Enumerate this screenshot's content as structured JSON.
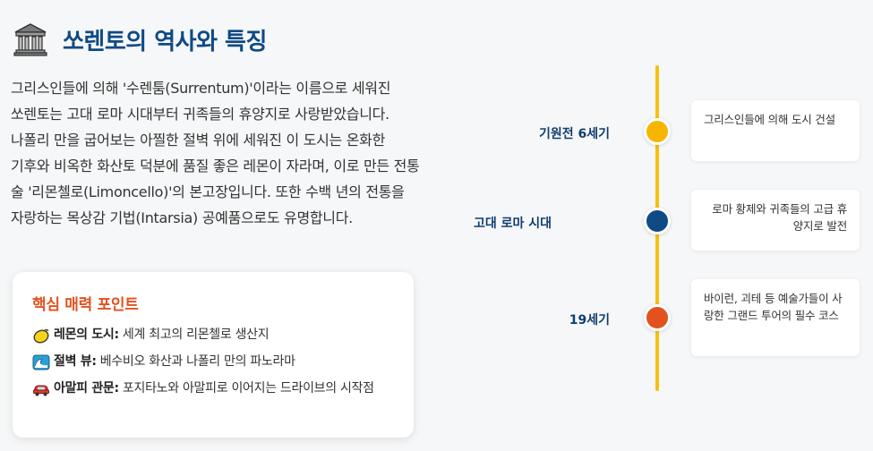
{
  "header": {
    "icon": "classical-building-icon",
    "title": "쏘렌토의 역사와 특징"
  },
  "intro": {
    "text": "그리스인들에 의해 '수렌툼(Surrentum)'이라는 이름으로 세워진 쏘렌토는 고대 로마 시대부터 귀족들의 휴양지로 사랑받았습니다. 나폴리 만을 굽어보는 아찔한 절벽 위에 세워진 이 도시는 온화한 기후와 비옥한 화산토 덕분에 품질 좋은 레몬이 자라며, 이로 만든 전통 술 '리몬첼로(Limoncello)'의 본고장입니다. 또한 수백 년의 전통을 자랑하는 목상감 기법(Intarsia) 공예품으로도 유명합니다."
  },
  "highlights": {
    "title": "핵심 매력 포인트",
    "items": [
      {
        "icon": "lemon-icon",
        "label": "레몬의 도시:",
        "text": " 세계 최고의 리몬첼로 생산지"
      },
      {
        "icon": "wave-icon",
        "label": "절벽 뷰:",
        "text": " 베수비오 화산과 나폴리 만의 파노라마"
      },
      {
        "icon": "car-icon",
        "label": "아말피 관문:",
        "text": " 포지타노와 아말피로 이어지는 드라이브의 시작점"
      }
    ]
  },
  "timeline": {
    "events": [
      {
        "era": "기원전 6세기",
        "text": "그리스인들에 의해 도시 건설",
        "color": "#f7b500"
      },
      {
        "era": "고대 로마 시대",
        "text": "로마 황제와 귀족들의 고급 휴양지로 발전",
        "color": "#0f4a85"
      },
      {
        "era": "19세기",
        "text": "바이런, 괴테 등 예술가들이 사랑한 그랜드 투어의 필수 코스",
        "color": "#e3521e"
      }
    ]
  }
}
